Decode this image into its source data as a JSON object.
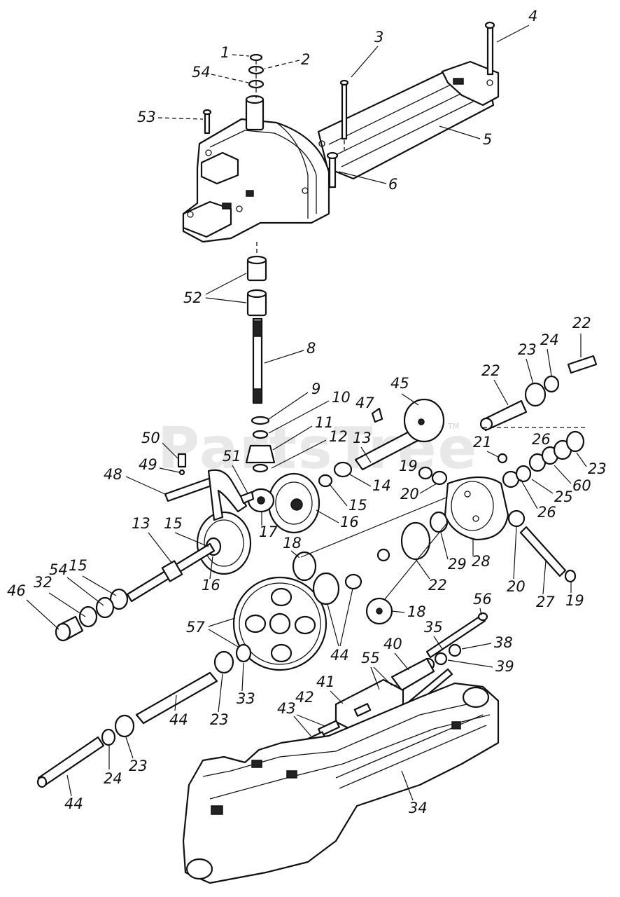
{
  "watermark": {
    "text": "PartsTree",
    "trademark": "TM"
  },
  "callouts": [
    "1",
    "2",
    "54",
    "53",
    "3",
    "4",
    "5",
    "6",
    "52",
    "8",
    "22",
    "24",
    "23",
    "22",
    "9",
    "10",
    "45",
    "47",
    "11",
    "12",
    "13",
    "50",
    "26",
    "23",
    "21",
    "49",
    "51",
    "48",
    "19",
    "14",
    "25",
    "60",
    "20",
    "15",
    "26",
    "16",
    "13",
    "15",
    "17",
    "18",
    "28",
    "29",
    "22",
    "20",
    "27",
    "19",
    "54",
    "15",
    "32",
    "46",
    "16",
    "44",
    "56",
    "18",
    "35",
    "38",
    "57",
    "39",
    "40",
    "55",
    "33",
    "23",
    "41",
    "42",
    "43",
    "44",
    "24",
    "23",
    "44",
    "34"
  ]
}
